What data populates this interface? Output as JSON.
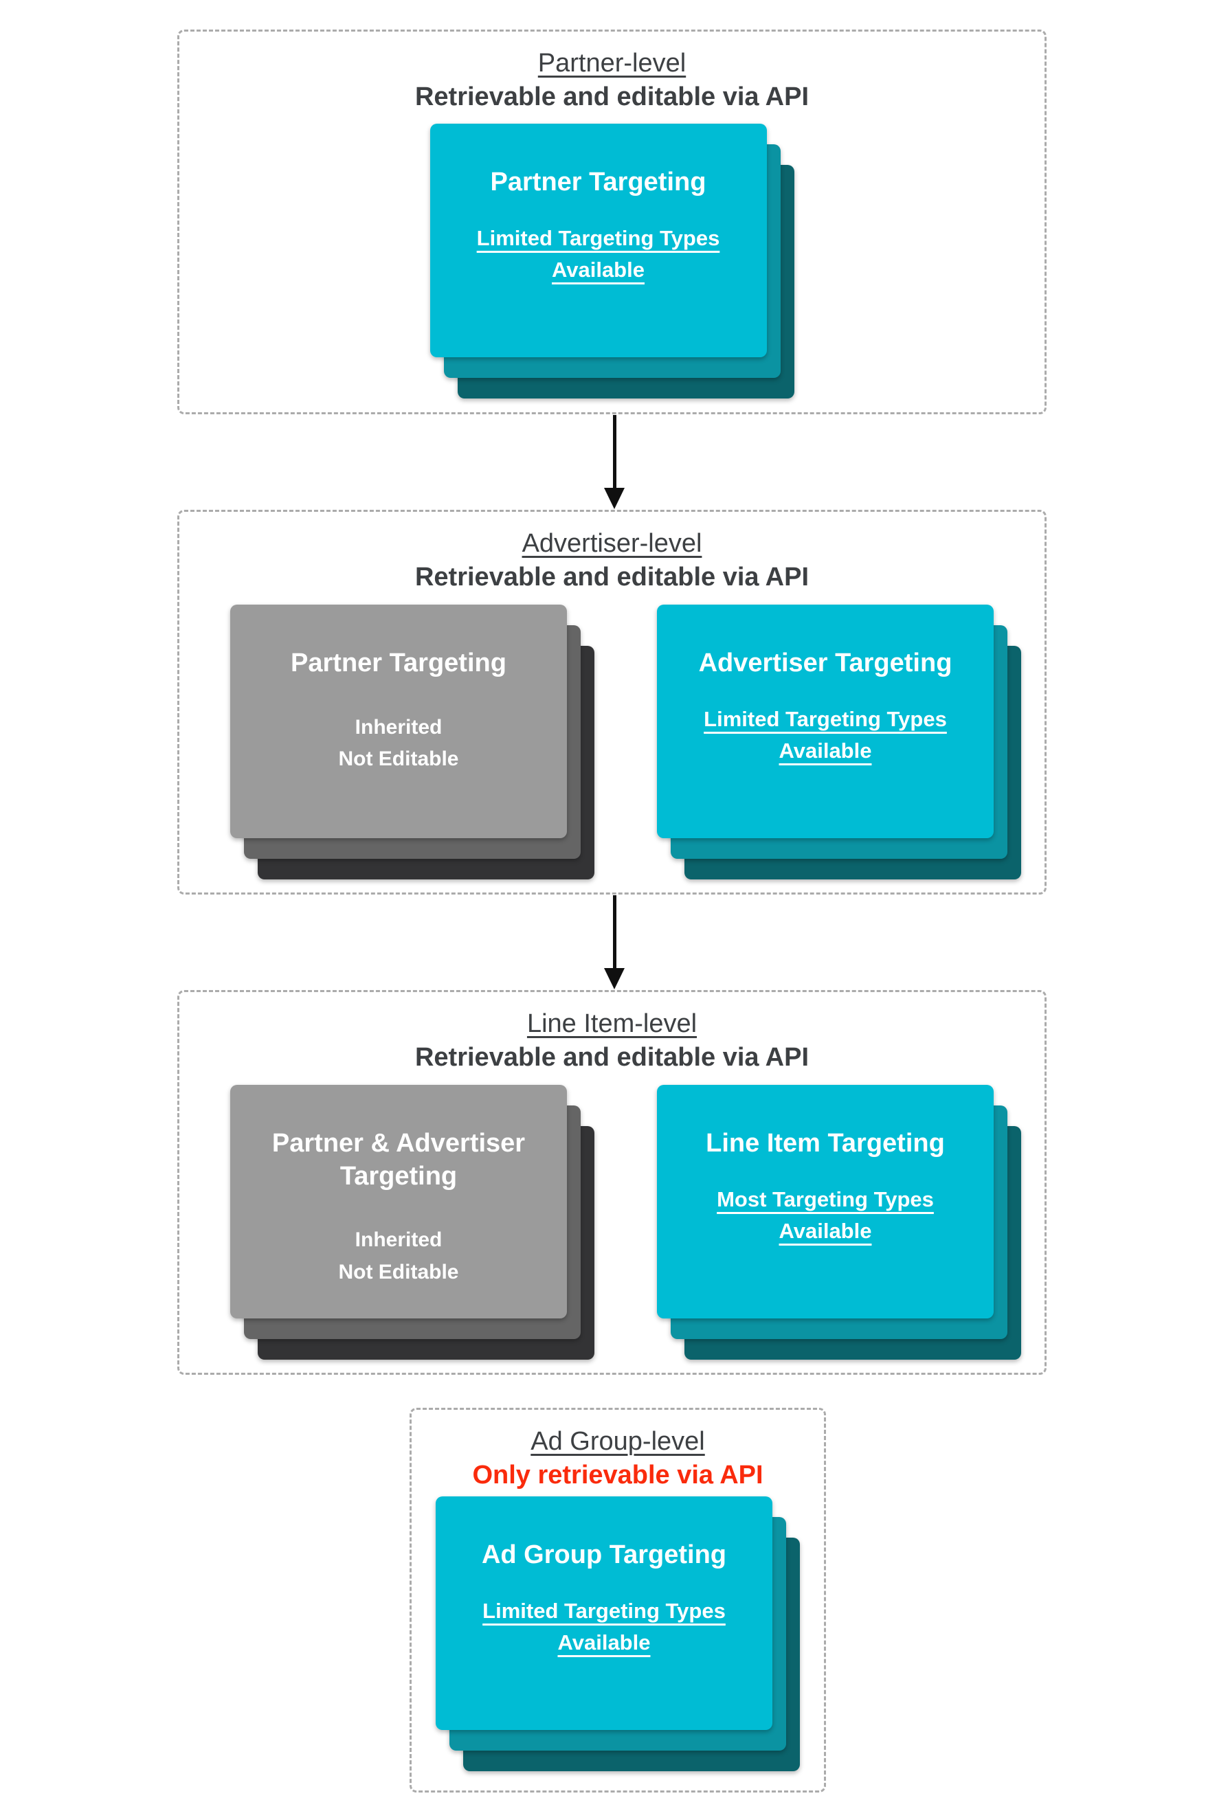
{
  "sections": [
    {
      "level": "Partner-level",
      "api_note": "Retrievable and editable via API",
      "cards": [
        {
          "title": "Partner Targeting",
          "sub1": "Limited Targeting Types",
          "sub2": "Available",
          "style": "cyan",
          "sub_underlined": true
        }
      ]
    },
    {
      "level": "Advertiser-level",
      "api_note": "Retrievable and editable via API",
      "cards": [
        {
          "title": "Partner Targeting",
          "sub1": "Inherited",
          "sub2": "Not Editable",
          "style": "gray",
          "sub_underlined": false
        },
        {
          "title": "Advertiser Targeting",
          "sub1": "Limited Targeting Types",
          "sub2": "Available",
          "style": "cyan",
          "sub_underlined": true
        }
      ]
    },
    {
      "level": "Line Item-level",
      "api_note": "Retrievable and editable via API",
      "cards": [
        {
          "title": "Partner & Advertiser Targeting",
          "sub1": "Inherited",
          "sub2": "Not Editable",
          "style": "gray",
          "sub_underlined": false
        },
        {
          "title": "Line Item Targeting",
          "sub1": "Most Targeting Types",
          "sub2": "Available",
          "style": "cyan",
          "sub_underlined": true
        }
      ]
    },
    {
      "level": "Ad Group-level",
      "api_note": "Only retrievable via API",
      "cards": [
        {
          "title": "Ad Group Targeting",
          "sub1": "Limited Targeting Types",
          "sub2": "Available",
          "style": "cyan",
          "sub_underlined": true
        }
      ]
    }
  ],
  "colors": {
    "card_cyan": "#00bcd4",
    "card_cyan_mid": "#0b93a2",
    "card_cyan_dark": "#0b636b",
    "card_gray": "#9b9b9b",
    "card_gray_mid": "#656565",
    "card_gray_dark": "#333335",
    "heading_text": "#3d4043",
    "warning_red": "#fa2b0c",
    "dashed_border": "#ababab",
    "card_text": "#ffffff"
  }
}
